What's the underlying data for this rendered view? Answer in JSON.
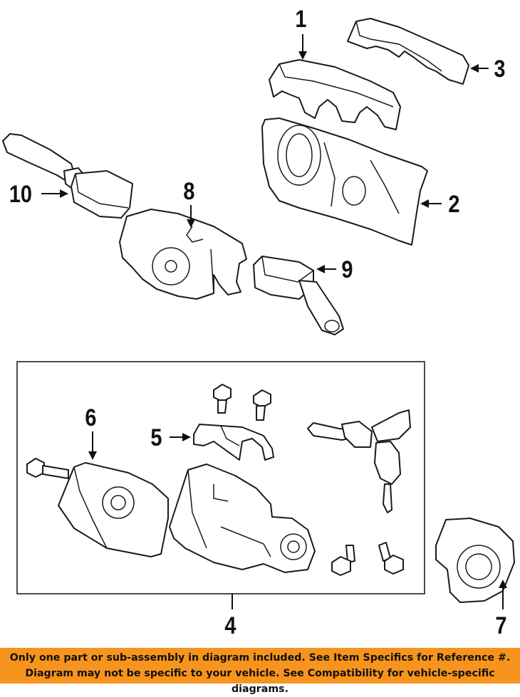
{
  "callouts": {
    "c1": "1",
    "c2": "2",
    "c3": "3",
    "c4": "4",
    "c5": "5",
    "c6": "6",
    "c7": "7",
    "c8": "8",
    "c9": "9",
    "c10": "10"
  },
  "footer": {
    "line1": "Only one part or sub-assembly in diagram included. See Item Specifics for Reference #.",
    "line2": "Diagram may not be specific to your vehicle. See Compatibility for vehicle-specific diagrams."
  },
  "colors": {
    "footer_bg": "#f7941d",
    "line": "#111111"
  }
}
